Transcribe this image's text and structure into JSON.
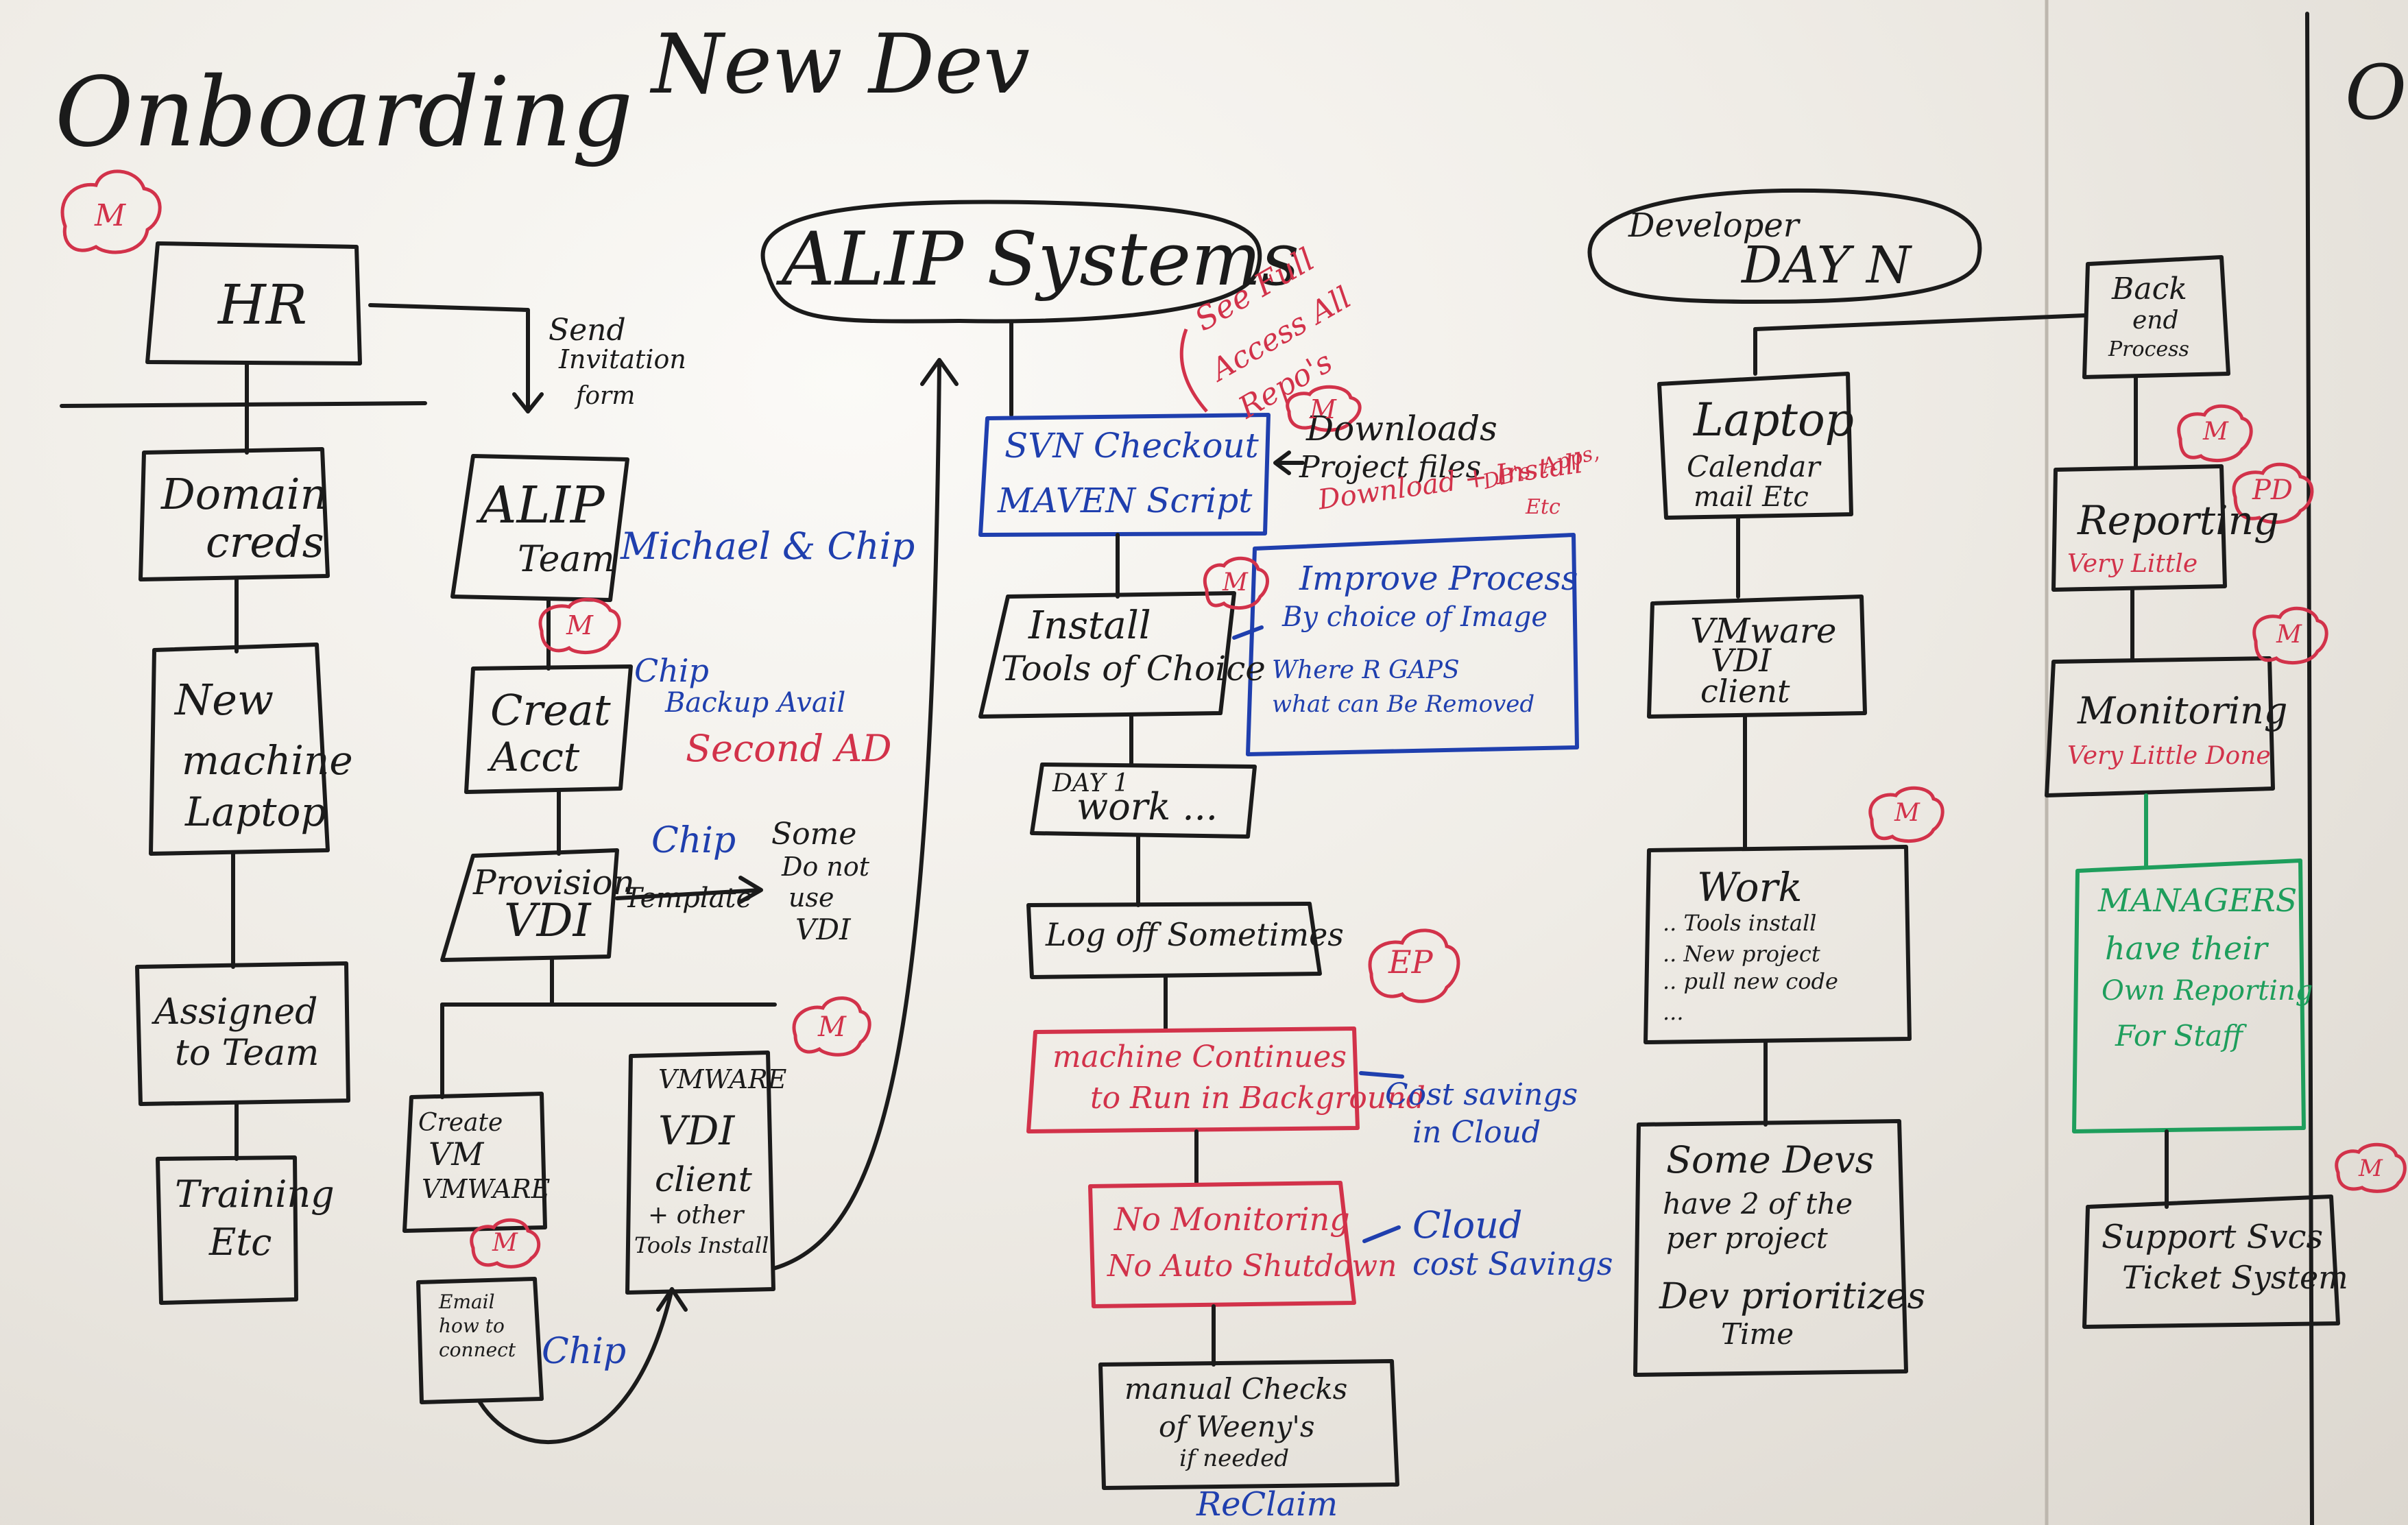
{
  "title": {
    "line1": "Onboarding",
    "line2": "New Dev",
    "right_partial": "O"
  },
  "colors": {
    "ink": "#1b1b1b",
    "red": "#d2324a",
    "blue": "#1f3fae",
    "green": "#1e9e5c"
  },
  "tag": "M",
  "col_hr": {
    "hr": "HR",
    "domain": [
      "Domain",
      "creds"
    ],
    "new_machine": [
      "New",
      "machine",
      "Laptop"
    ],
    "assigned": [
      "Assigned",
      "to Team"
    ],
    "training": [
      "Training",
      "Etc"
    ],
    "send_invite": [
      "Send",
      "Invitation",
      "form"
    ]
  },
  "col_alip_team": {
    "alip_team": [
      "ALIP",
      "Team"
    ],
    "michael_chip": "Michael & Chip",
    "create_acct": [
      "Creat",
      "Acct"
    ],
    "chip1": "Chip",
    "backup_avail": "Backup Avail",
    "second_ad": "Second AD",
    "provision": [
      "Provision",
      "VDI"
    ],
    "chip2": "Chip",
    "template": "Template",
    "some_do_not": [
      "Some",
      "Do not",
      "use",
      "VDI"
    ],
    "create_vm": [
      "Create",
      "VM",
      "VMWARE"
    ],
    "vmware_vdi": [
      "VMWARE",
      "VDI",
      "client",
      "+ other",
      "Tools Install"
    ],
    "email": [
      "Email",
      "how to",
      "connect"
    ],
    "chip3": "Chip"
  },
  "col_alip_sys": {
    "alip_systems": "ALIP Systems",
    "see_full": [
      "See Full",
      "Access All",
      "Repo's"
    ],
    "svn": [
      "SVN Checkout",
      "MAVEN Script"
    ],
    "downloads": [
      "Downloads",
      "Project files"
    ],
    "download_install": [
      "Download + Install",
      "DB's, Apps,",
      "Etc"
    ],
    "install": [
      "Install",
      "Tools of Choice"
    ],
    "improve": [
      "Improve Process",
      "By choice of Image",
      "Where R GAPS",
      "what can Be Removed"
    ],
    "day1": [
      "DAY 1",
      "work ..."
    ],
    "logoff": "Log off Sometimes",
    "ep": "EP",
    "machine_continues": [
      "machine Continues",
      "to Run in Background"
    ],
    "cost_savings": [
      "Cost savings",
      "in Cloud"
    ],
    "no_monitoring": [
      "No Monitoring",
      "No Auto Shutdown"
    ],
    "cloud_cost": [
      "Cloud",
      "cost Savings"
    ],
    "manual_checks": [
      "manual Checks",
      "of Weeny's",
      "if needed"
    ],
    "reclaim": "ReClaim"
  },
  "col_dev": {
    "developer": "Developer",
    "day_n": "DAY N",
    "laptop": [
      "Laptop",
      "Calendar",
      "mail Etc"
    ],
    "vmware_vdi": [
      "VMware",
      "VDI",
      "client"
    ],
    "work": [
      "Work",
      ".. Tools install",
      ".. New project",
      ".. pull new code",
      "..."
    ],
    "some_devs": [
      "Some Devs",
      "have 2 of the",
      "per project",
      "Dev prioritizes",
      "Time"
    ]
  },
  "col_back": {
    "back_end": [
      "Back",
      "end",
      "Process"
    ],
    "reporting": "Reporting",
    "very_little": "Very Little",
    "pd": "PD",
    "monitoring": "Monitoring",
    "very_little_done": "Very Little Done",
    "managers": [
      "MANAGERS",
      "have their",
      "Own Reporting",
      "For Staff"
    ],
    "support": [
      "Support Svcs",
      "Ticket System"
    ]
  }
}
